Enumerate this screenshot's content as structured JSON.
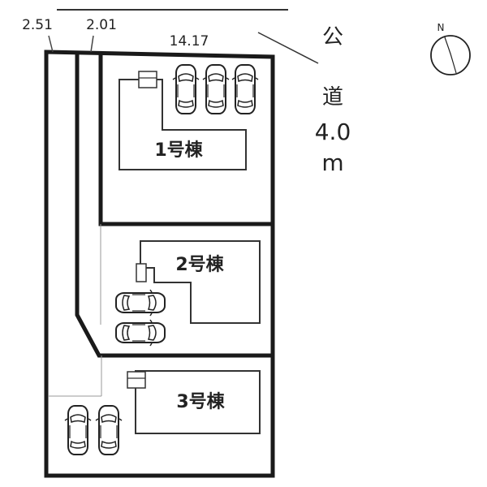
{
  "dimensions": {
    "left_width": "2.51",
    "middle_width": "2.01",
    "frontage": "14.17"
  },
  "road": {
    "label_line1": "公",
    "label_line2": "道",
    "width_value": "4.0",
    "width_unit": "m"
  },
  "compass": {
    "north": "N"
  },
  "buildings": [
    {
      "label": "1号棟"
    },
    {
      "label": "2号棟"
    },
    {
      "label": "3号棟"
    }
  ],
  "colors": {
    "line": "#1a1a1a",
    "thin_line": "#555555",
    "background": "#ffffff"
  }
}
